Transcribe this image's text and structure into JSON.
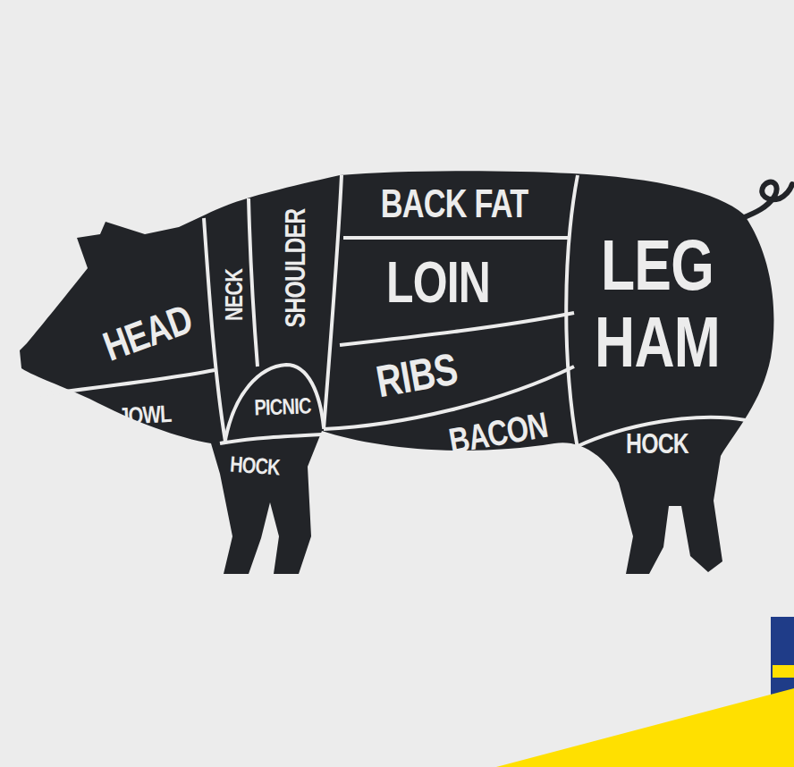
{
  "diagram": {
    "labels": [
      "HEAD",
      "JOWL",
      "NECK",
      "SHOULDER",
      "PICNIC",
      "HOCK",
      "BACK FAT",
      "LOIN",
      "RIBS",
      "BACON",
      "LEG HAM",
      "HOCK"
    ]
  }
}
